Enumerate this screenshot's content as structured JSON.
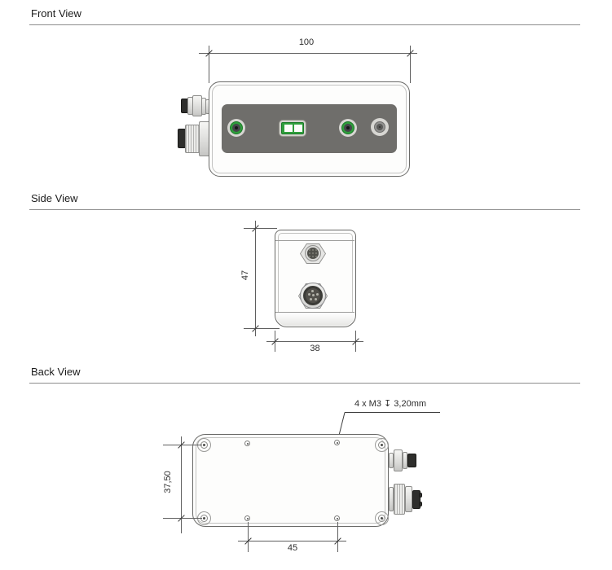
{
  "sections": {
    "front": {
      "title": "Front View"
    },
    "side": {
      "title": "Side View"
    },
    "back": {
      "title": "Back View"
    }
  },
  "front_view": {
    "width_dim": "100"
  },
  "side_view": {
    "height_dim": "47",
    "depth_dim": "38"
  },
  "back_view": {
    "hole_spacing_vertical": "37,50",
    "hole_spacing_horizontal": "45",
    "thread_annotation": "4 x M3 ↧ 3,20mm"
  },
  "colors": {
    "led_green": "#2f9e3c",
    "front_panel_gray": "#6f6e6b",
    "drawing_line": "#6a6a68",
    "metal_light": "#dddddb",
    "connector_cap_dark": "#2e2e2c",
    "background": "#ffffff"
  }
}
